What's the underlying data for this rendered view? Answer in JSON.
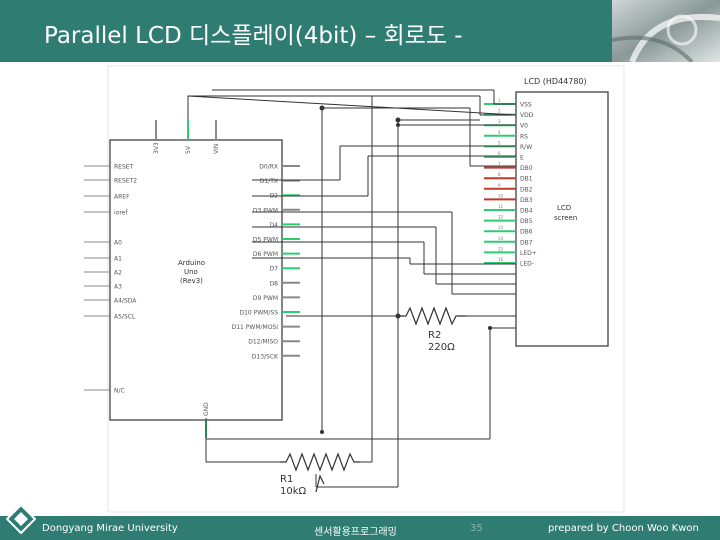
{
  "header": {
    "title": "Parallel LCD 디스플레이(4bit) – 회로도 -"
  },
  "diagram": {
    "lcd_title": "LCD (HD44780)",
    "lcd_label": [
      "LCD",
      "screen"
    ],
    "lcd_pins": [
      "VSS",
      "VDD",
      "V0",
      "RS",
      "R/W",
      "E",
      "DB0",
      "DB1",
      "DB2",
      "DB3",
      "DB4",
      "DB5",
      "DB6",
      "DB7",
      "LED+",
      "LED-"
    ],
    "lcd_pin_numbers": [
      "1",
      "2",
      "3",
      "4",
      "5",
      "6",
      "7",
      "8",
      "9",
      "10",
      "11",
      "12",
      "13",
      "14",
      "15",
      "16"
    ],
    "arduino_label": [
      "Arduino",
      "Uno",
      "(Rev3)"
    ],
    "arduino_top_pins": [
      "3V3",
      "5V",
      "VIN"
    ],
    "arduino_left_pins": [
      "RESET",
      "RESET2",
      "AREF",
      "ioref",
      "A0",
      "A1",
      "A2",
      "A3",
      "A4/SDA",
      "A5/SCL",
      "N/C"
    ],
    "arduino_right_pins": [
      "D0/RX",
      "D1/TX",
      "D2",
      "D3 PWM",
      "D4",
      "D5 PWM",
      "D6 PWM",
      "D7",
      "D8",
      "D9 PWM",
      "D10 PWM/SS",
      "D11 PWM/MOSI",
      "D12/MISO",
      "D13/SCK"
    ],
    "arduino_bottom_pin": "GND",
    "r2_name": "R2",
    "r2_value": "220Ω",
    "r1_name": "R1",
    "r1_value": "10kΩ"
  },
  "footer": {
    "university": "Dongyang Mirae University",
    "course": "센서활용프로그래밍",
    "page": "35",
    "author": "prepared by Choon Woo Kwon"
  }
}
